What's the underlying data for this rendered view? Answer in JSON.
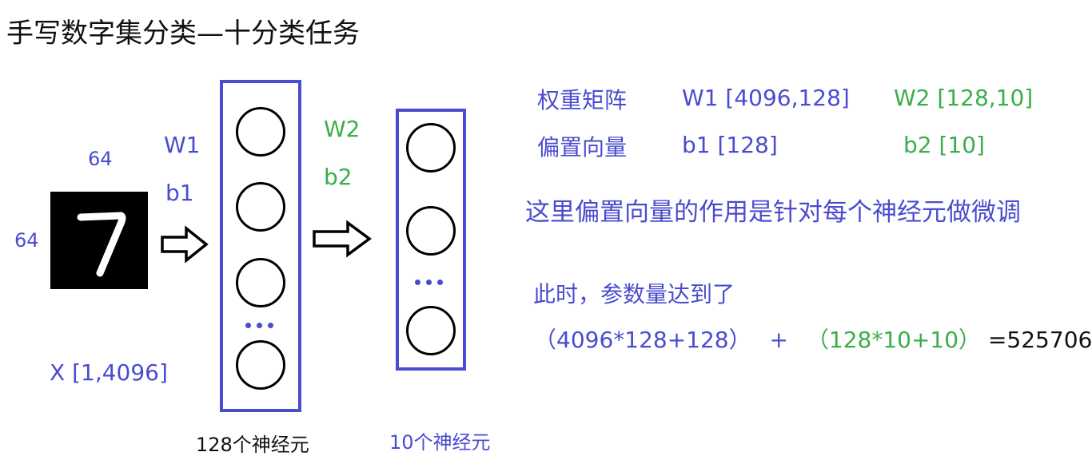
{
  "title": "手写数字集分类—十分类任务",
  "input": {
    "width_label": "64",
    "height_label": "64",
    "shape_label": "X [1,4096]",
    "digit": "7"
  },
  "layer1": {
    "weight_label": "W1",
    "bias_label": "b1",
    "caption": "128个神经元"
  },
  "layer2": {
    "weight_label": "W2",
    "bias_label": "b2",
    "caption": "10个神经元"
  },
  "notes": {
    "weights_heading": "权重矩阵",
    "w1_shape": "W1  [4096,128]",
    "w2_shape": "W2 [128,10]",
    "bias_heading": "偏置向量",
    "b1_shape": "b1 [128]",
    "b2_shape": "b2 [10]",
    "bias_explanation": "这里偏置向量的作用是针对每个神经元做微调",
    "param_heading": "此时，参数量达到了",
    "formula_part1": "（4096*128+128）",
    "formula_plus": "+",
    "formula_part2": "（128*10+10）",
    "formula_result": "=525706"
  },
  "colors": {
    "blue": "#4a4ccf",
    "green": "#3aae4a",
    "black": "#111111"
  }
}
